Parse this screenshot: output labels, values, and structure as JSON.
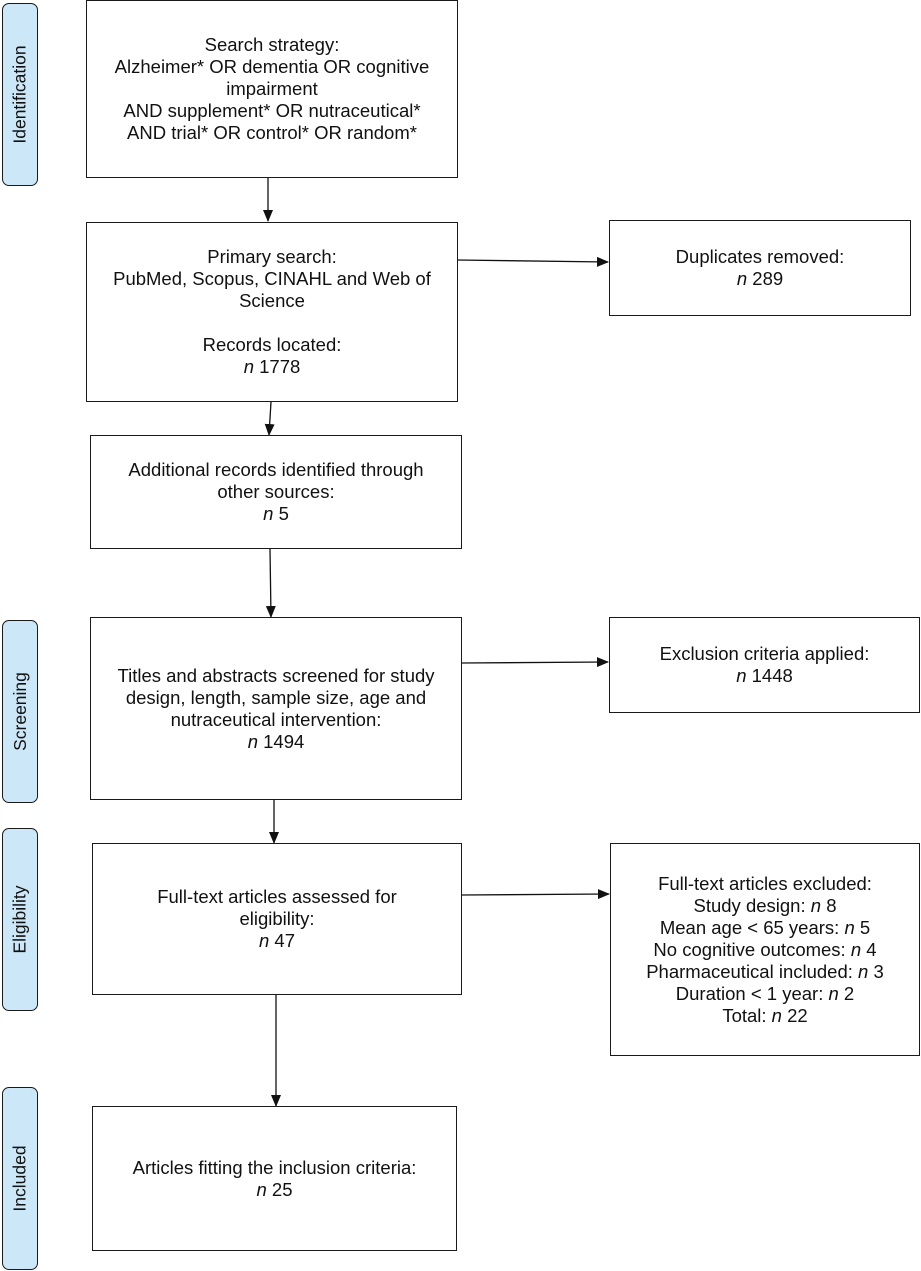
{
  "stages": {
    "identification": "Identification",
    "screening": "Screening",
    "eligibility": "Eligibility",
    "included": "Included"
  },
  "search": {
    "lines": [
      "Search strategy:",
      "Alzheimer* OR dementia OR cognitive",
      "impairment",
      "AND supplement* OR nutraceutical*",
      "AND trial* OR control* OR random*"
    ]
  },
  "primary": {
    "lines": [
      "Primary search:",
      "PubMed, Scopus, CINAHL and Web of",
      "Science"
    ],
    "records_label": "Records located:",
    "n_prefix": "n",
    "n_value": "1778"
  },
  "duplicates": {
    "label": "Duplicates removed:",
    "n_prefix": "n",
    "n_value": "289"
  },
  "additional": {
    "lines": [
      "Additional records identified through",
      "other sources:"
    ],
    "n_prefix": "n",
    "n_value": "5"
  },
  "screened": {
    "lines": [
      "Titles and abstracts screened for study",
      "design, length, sample size, age and",
      "nutraceutical intervention:"
    ],
    "n_prefix": "n",
    "n_value": "1494"
  },
  "exclusion": {
    "label": "Exclusion criteria applied:",
    "n_prefix": "n",
    "n_value": "1448"
  },
  "fulltext": {
    "lines": [
      "Full-text articles assessed for",
      "eligibility:"
    ],
    "n_prefix": "n",
    "n_value": "47"
  },
  "excluded": {
    "title": "Full-text articles excluded:",
    "items": [
      {
        "label": "Study design:",
        "n_prefix": "n",
        "n_value": "8"
      },
      {
        "label": "Mean age < 65 years:",
        "n_prefix": "n",
        "n_value": "5"
      },
      {
        "label": "No cognitive outcomes:",
        "n_prefix": "n",
        "n_value": "4"
      },
      {
        "label": "Pharmaceutical included:",
        "n_prefix": "n",
        "n_value": "3"
      },
      {
        "label": "Duration < 1 year:",
        "n_prefix": "n",
        "n_value": "2"
      },
      {
        "label": "Total:",
        "n_prefix": "n",
        "n_value": "22"
      }
    ]
  },
  "included": {
    "label": "Articles fitting the inclusion criteria:",
    "n_prefix": "n",
    "n_value": "25"
  }
}
